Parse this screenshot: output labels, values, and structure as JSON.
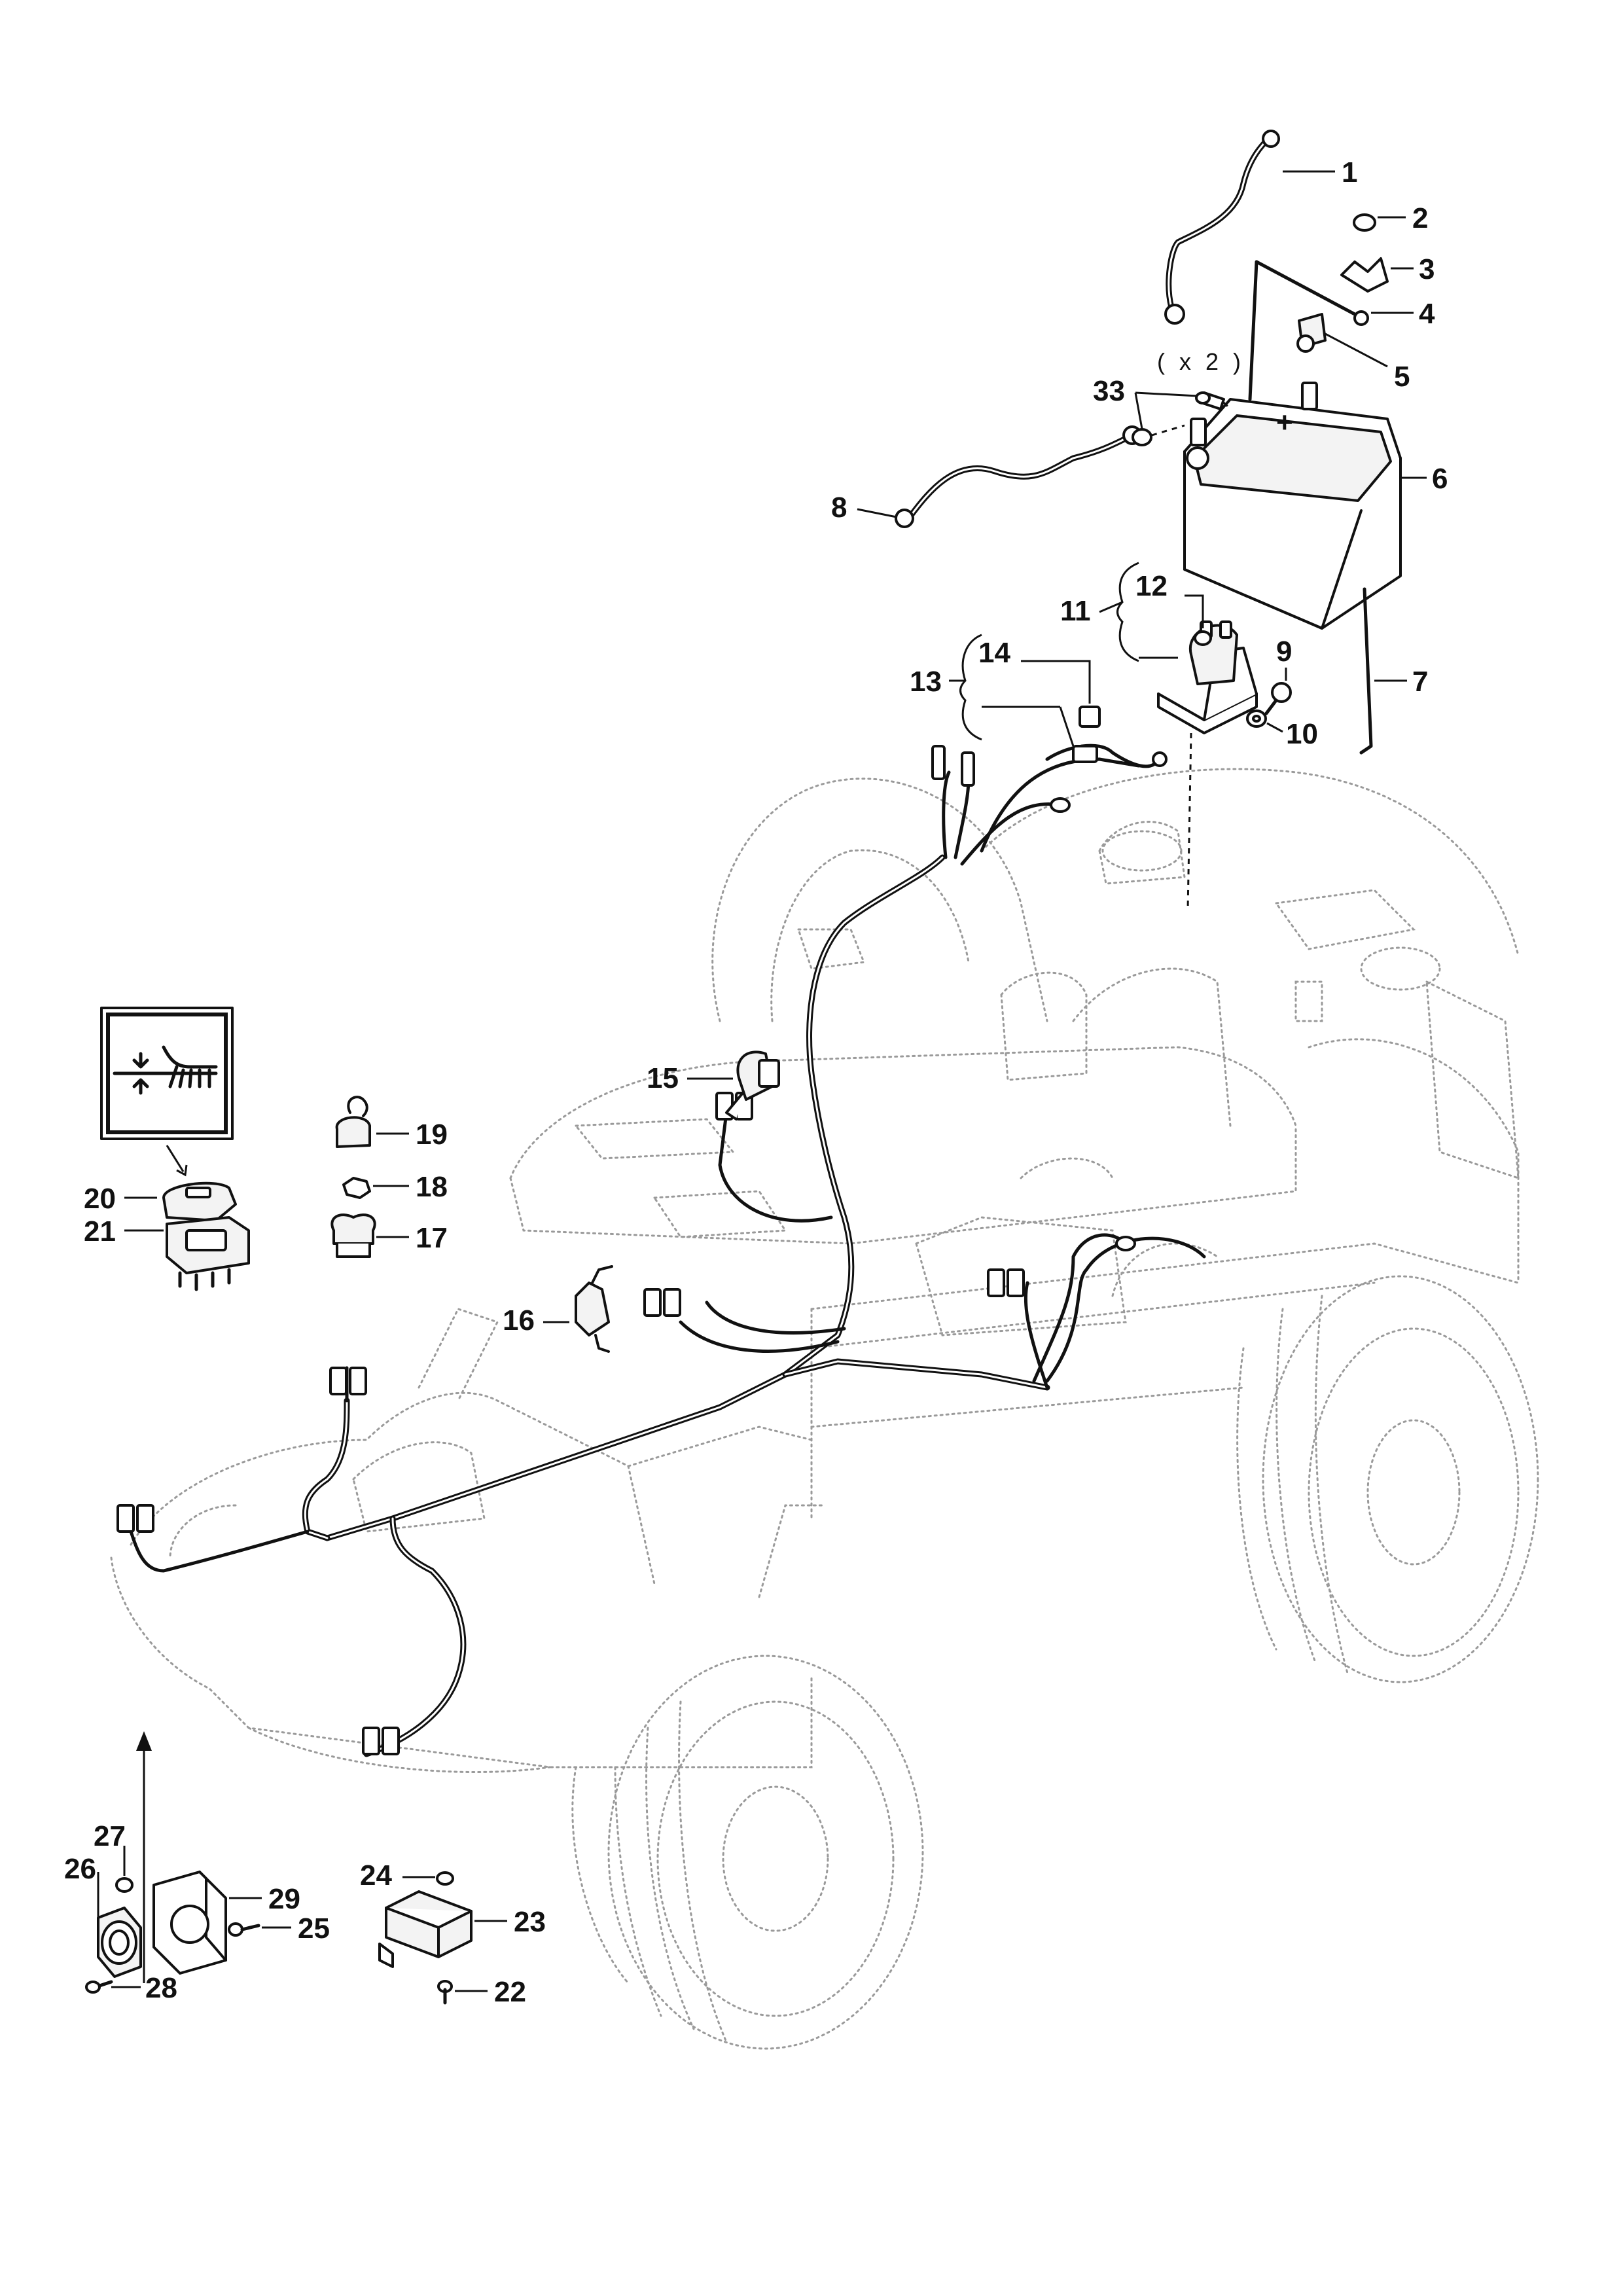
{
  "diagram": {
    "quantity_note": "( x 2 )",
    "callouts": [
      "1",
      "2",
      "3",
      "4",
      "5",
      "6",
      "7",
      "8",
      "9",
      "10",
      "11",
      "12",
      "13",
      "14",
      "15",
      "16",
      "17",
      "18",
      "19",
      "20",
      "21",
      "22",
      "23",
      "24",
      "25",
      "26",
      "27",
      "28",
      "29",
      "33"
    ]
  }
}
